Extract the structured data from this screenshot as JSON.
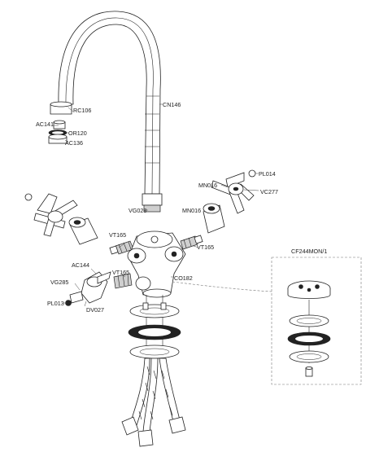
{
  "labels": {
    "rc106": "RC106",
    "cn146": "CN146",
    "ac141": "AC141",
    "or120": "OR120",
    "ac136": "AC136",
    "pl014": "PL014",
    "mn016_right": "MN016",
    "vc277": "VC277",
    "vg028": "VG028",
    "mn016_mid": "MN016",
    "vt165_left": "VT165",
    "vt165_right": "VT165",
    "cf244": "CF244MON/1",
    "ac144": "AC144",
    "vt165_lower": "VT165",
    "co182": "CO182",
    "vg285": "VG285",
    "pl013": "PL013",
    "dv027": "DV027"
  }
}
